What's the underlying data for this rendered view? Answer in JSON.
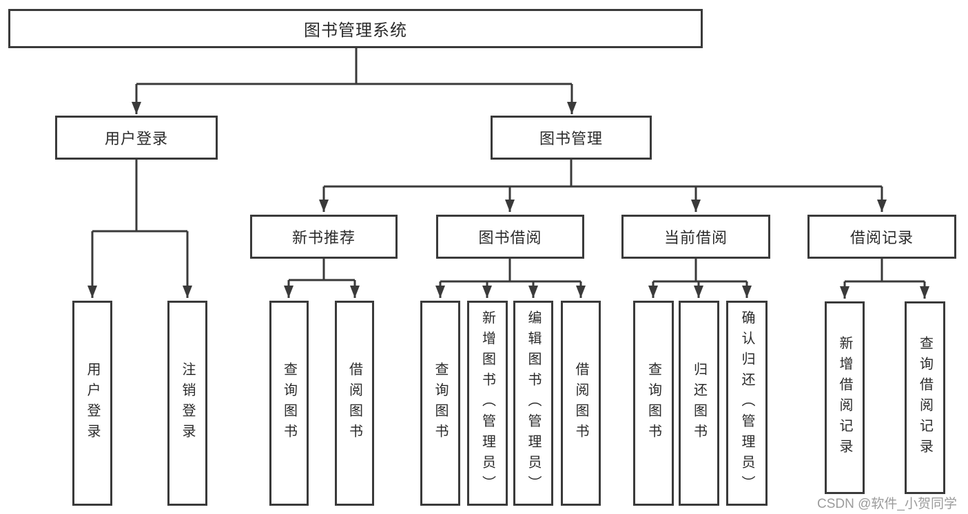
{
  "colors": {
    "line": "#3a3a3a",
    "text": "#2b2b2b",
    "background": "#ffffff",
    "watermark": "#9b9b9b"
  },
  "watermark": "CSDN @软件_小贺同学",
  "root": {
    "label": "图书管理系统",
    "children": [
      {
        "label": "用户登录",
        "children": [
          {
            "label": "用户登录"
          },
          {
            "label": "注销登录"
          }
        ]
      },
      {
        "label": "图书管理",
        "children": [
          {
            "label": "新书推荐",
            "children": [
              {
                "label": "查询图书"
              },
              {
                "label": "借阅图书"
              }
            ]
          },
          {
            "label": "图书借阅",
            "children": [
              {
                "label": "查询图书"
              },
              {
                "label": "新增图书（管理员）"
              },
              {
                "label": "编辑图书（管理员）"
              },
              {
                "label": "借阅图书"
              }
            ]
          },
          {
            "label": "当前借阅",
            "children": [
              {
                "label": "查询图书"
              },
              {
                "label": "归还图书"
              },
              {
                "label": "确认归还（管理员）"
              }
            ]
          },
          {
            "label": "借阅记录",
            "children": [
              {
                "label": "新增借阅记录"
              },
              {
                "label": "查询借阅记录"
              }
            ]
          }
        ]
      }
    ]
  }
}
